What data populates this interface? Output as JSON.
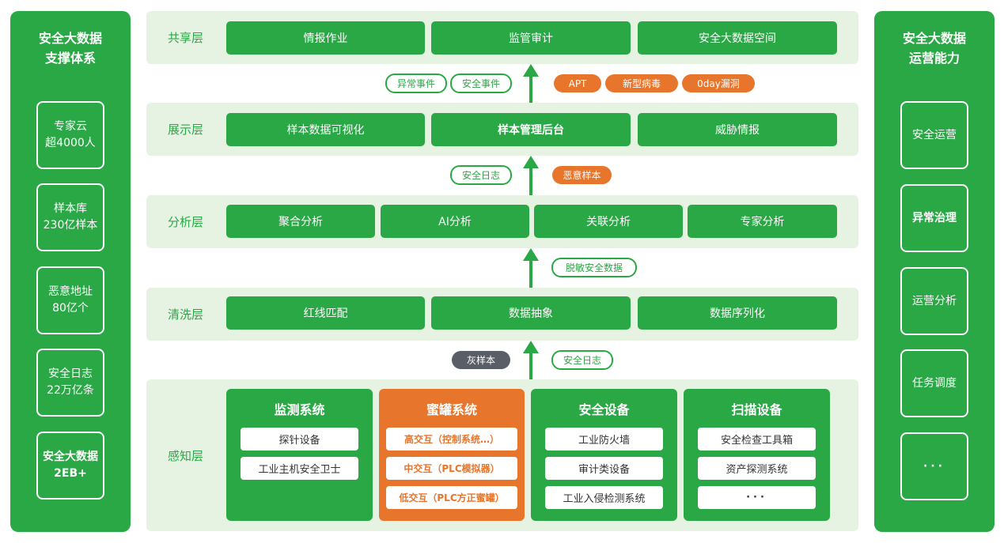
{
  "left_panel": {
    "title": "安全大数据\n支撑体系",
    "boxes": [
      "专家云\n超4000人",
      "样本库\n230亿样本",
      "恶意地址\n80亿个",
      "安全日志\n22万亿条",
      "安全大数据\n2EB+"
    ]
  },
  "right_panel": {
    "title": "安全大数据\n运营能力",
    "boxes": [
      "安全运营",
      "异常治理",
      "运营分析",
      "任务调度",
      "···"
    ]
  },
  "layers": {
    "share": {
      "label": "共享层",
      "items": [
        "情报作业",
        "监管审计",
        "安全大数据空间"
      ]
    },
    "display": {
      "label": "展示层",
      "items": [
        "样本数据可视化",
        "样本管理后台",
        "威胁情报"
      ]
    },
    "analysis": {
      "label": "分析层",
      "items": [
        "聚合分析",
        "AI分析",
        "关联分析",
        "专家分析"
      ]
    },
    "clean": {
      "label": "清洗层",
      "items": [
        "红线匹配",
        "数据抽象",
        "数据序列化"
      ]
    },
    "perceive": {
      "label": "感知层"
    }
  },
  "connectors": {
    "c1": {
      "left": [
        "异常事件",
        "安全事件"
      ],
      "right": [
        "APT",
        "新型病毒",
        "0day漏洞"
      ]
    },
    "c2": {
      "left": [
        "安全日志"
      ],
      "right": [
        "恶意样本"
      ]
    },
    "c3": {
      "right": [
        "脱敏安全数据"
      ]
    },
    "c4": {
      "left": [
        "灰样本"
      ],
      "right": [
        "安全日志"
      ]
    }
  },
  "cards": [
    {
      "title": "监测系统",
      "items": [
        "探针设备",
        "工业主机安全卫士"
      ]
    },
    {
      "title": "蜜罐系统",
      "items": [
        "高交互（控制系统…）",
        "中交互（PLC模拟器）",
        "低交互（PLC方正蜜罐）"
      ]
    },
    {
      "title": "安全设备",
      "items": [
        "工业防火墙",
        "审计类设备",
        "工业入侵检测系统"
      ]
    },
    {
      "title": "扫描设备",
      "items": [
        "安全检查工具箱",
        "资产探测系统",
        "···"
      ]
    }
  ],
  "colors": {
    "green": "#2aa845",
    "light_green": "#e6f3e3",
    "orange": "#e8752c",
    "gray": "#5a5e66"
  }
}
